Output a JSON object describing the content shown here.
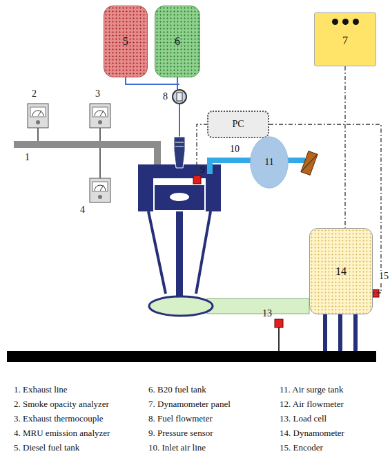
{
  "diagram": {
    "nodes": [
      {
        "text": [
          "5"
        ]
      },
      {
        "text": [
          "6"
        ]
      },
      {
        "text": [
          "7"
        ]
      },
      {
        "text": [
          "PC"
        ]
      },
      {
        "text": [
          "11"
        ]
      },
      {
        "text": [
          "14"
        ]
      }
    ],
    "edges": [
      {
        "from": 3,
        "to": 5,
        "arrow": "none"
      },
      {
        "from": 2,
        "to": 5,
        "arrow": "none"
      }
    ],
    "labels": [
      "8",
      "2",
      "3",
      "9",
      "10",
      "1",
      "4",
      "13",
      "15",
      "1. Exhaust line",
      "2. Smoke opacity analyzer",
      "3. Exhaust thermocouple",
      "4. MRU emission analyzer",
      "5. Diesel fuel tank",
      "6. B20 fuel tank",
      "7. Dynamometer panel",
      "8. Fuel flowmeter",
      "9. Pressure sensor",
      "10. Inlet air line",
      "11. Air surge tank",
      "12. Air flowmeter",
      "13. Load cell",
      "14. Dynamometer",
      "15. Encoder"
    ]
  }
}
